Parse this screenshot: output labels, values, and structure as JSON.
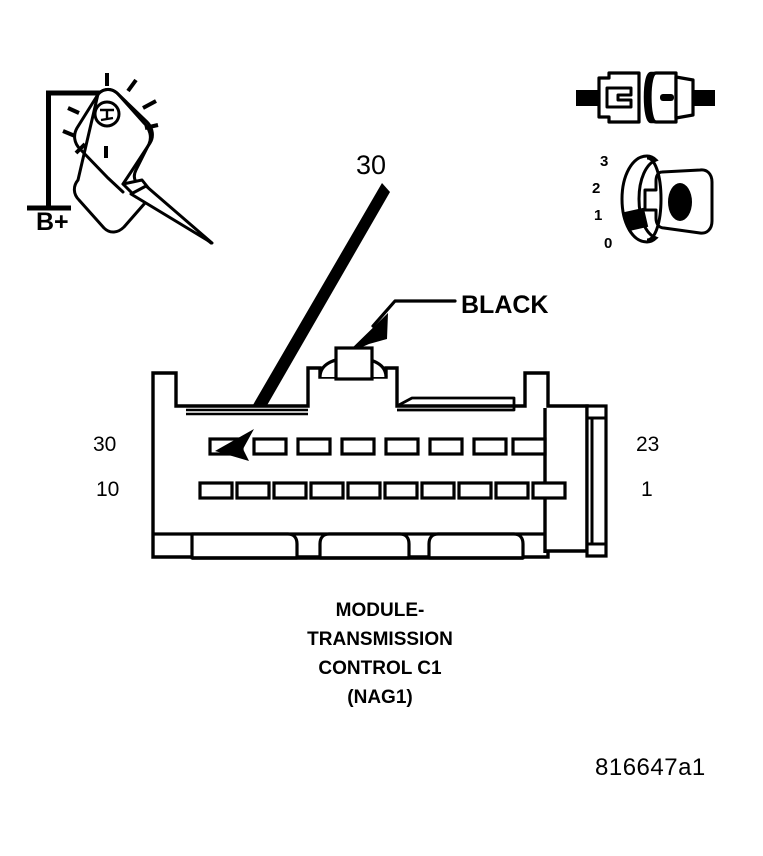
{
  "figure": {
    "id_code": "816647a1",
    "caption_lines": [
      "MODULE-",
      "TRANSMISSION",
      "CONTROL C1",
      "(NAG1)"
    ]
  },
  "test_light": {
    "supply_label": "B+",
    "icon_name": "test-light-probe"
  },
  "icons": {
    "connector_disconnect_label": "connector-disconnected-icon",
    "ignition_key_label": "ignition-key-switch-icon"
  },
  "ignition_key": {
    "positions": [
      "3",
      "2",
      "1",
      "0"
    ],
    "selected_position": "1"
  },
  "callouts": {
    "pin_callout": "30",
    "wire_color": "BLACK"
  },
  "connector": {
    "pin_labels": {
      "top_left": "30",
      "bottom_left": "10",
      "top_right": "23",
      "bottom_right": "1"
    },
    "top_row_slot_count": 8,
    "bottom_row_slot_count": 10
  },
  "colors": {
    "line": "#000000",
    "background": "#ffffff"
  }
}
